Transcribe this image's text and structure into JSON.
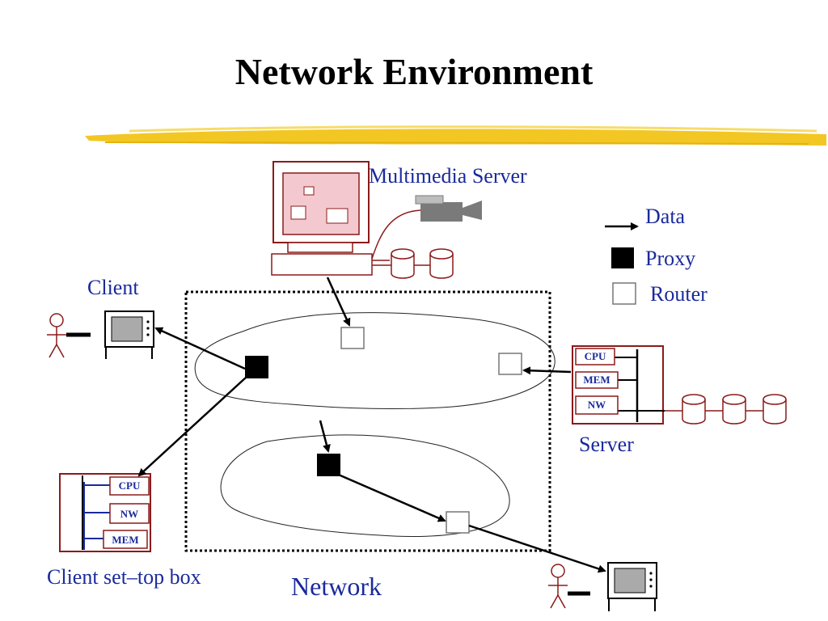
{
  "title": "Network Environment",
  "colors": {
    "label": "#1a2a9c",
    "highlight_stroke": "#f2c417",
    "device_frame": "#8b1a1a",
    "server_screen": "#f3c9cf",
    "camera": "#7a7a7a"
  },
  "labels": {
    "multimedia_server": "Multimedia Server",
    "client": "Client",
    "server": "Server",
    "client_set_top_box": "Client set–top box",
    "network": "Network"
  },
  "legend": {
    "data": "Data",
    "proxy": "Proxy",
    "router": "Router"
  },
  "server_box": {
    "cpu": "CPU",
    "mem": "MEM",
    "nw": "NW"
  },
  "settop_box": {
    "cpu": "CPU",
    "nw": "NW",
    "mem": "MEM"
  },
  "icons": [
    "workstation-icon",
    "video-camera-icon",
    "disk-icon",
    "tv-monitor-icon",
    "person-icon",
    "proxy-icon",
    "router-icon"
  ]
}
